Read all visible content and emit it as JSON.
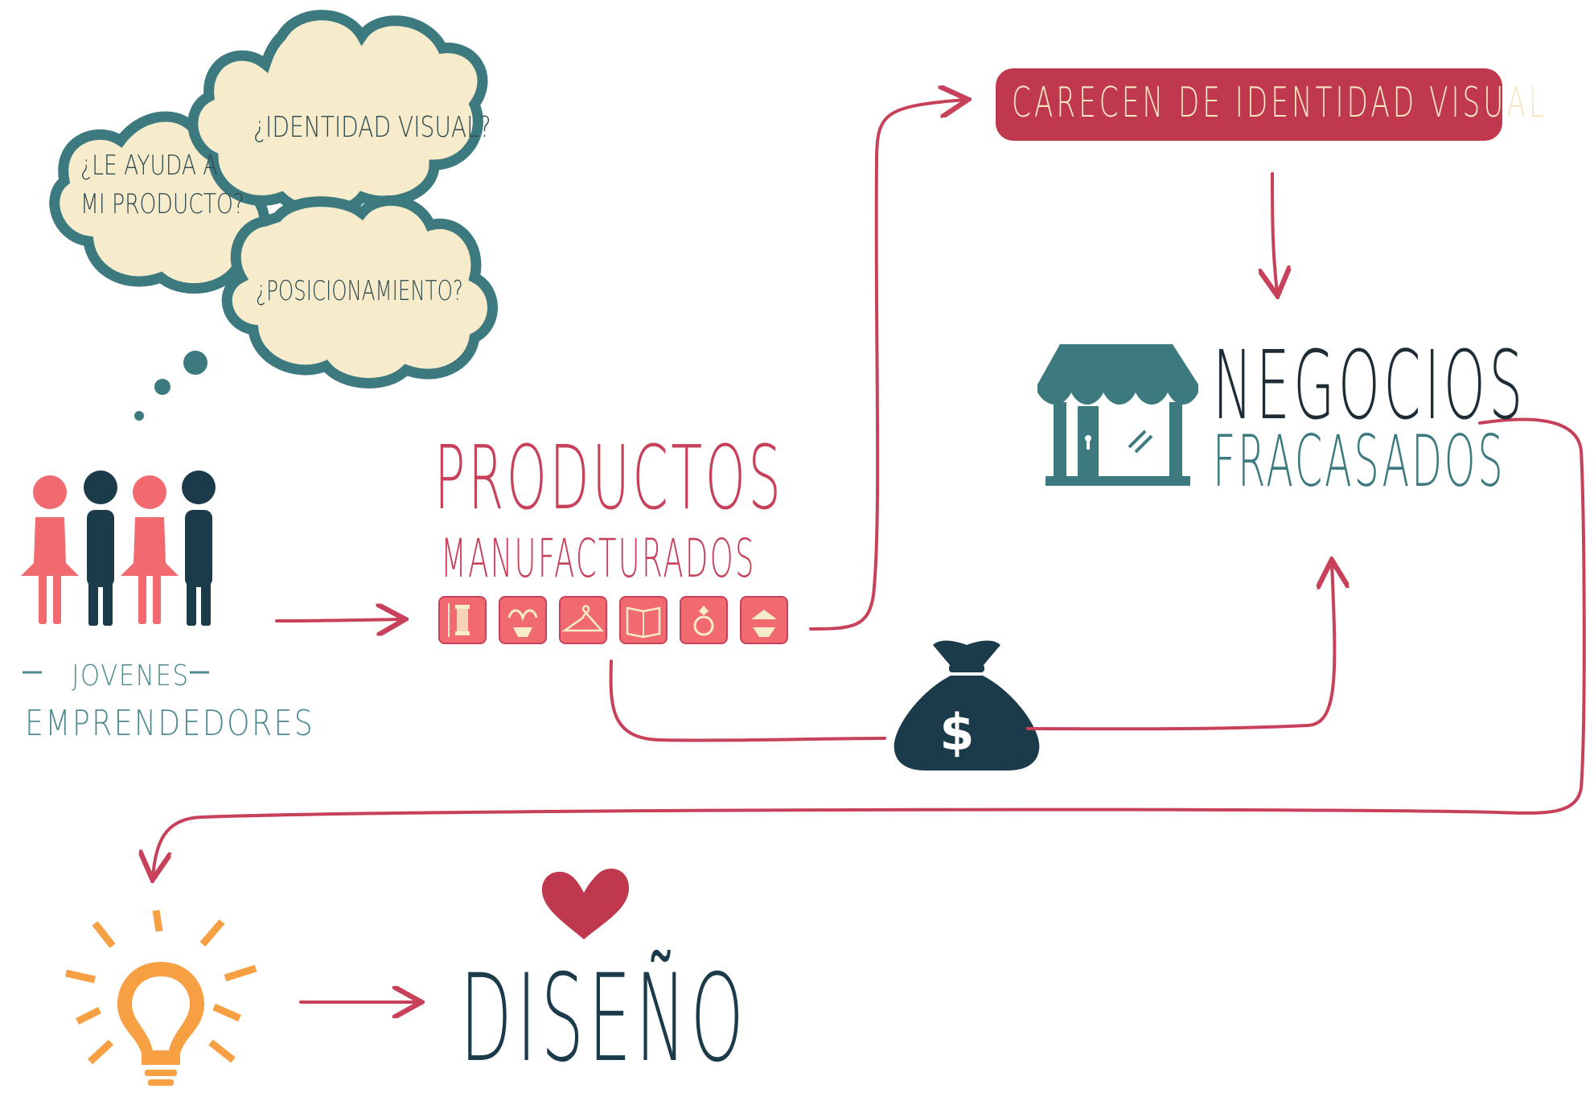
{
  "thought_clouds": {
    "q1_line1": "¿LE AYUDA A",
    "q1_line2": "MI PRODUCTO?",
    "q2": "¿IDENTIDAD VISUAL?",
    "q3": "¿POSICIONAMIENTO?"
  },
  "people": {
    "label_line1": "JOVENES",
    "label_line2": "EMPRENDEDORES"
  },
  "products": {
    "title": "PRODUCTOS",
    "subtitle": "MANUFACTURADOS",
    "icons": [
      "thread-spool-icon",
      "bra-icon",
      "hanger-icon",
      "book-icon",
      "ring-icon",
      "bikini-icon"
    ]
  },
  "identity_box": {
    "text": "CARECEN DE IDENTIDAD VISUAL"
  },
  "failed_business": {
    "title": "NEGOCIOS",
    "subtitle": "FRACASADOS"
  },
  "money": {
    "symbol": "$"
  },
  "design": {
    "title": "DISEÑO"
  },
  "colors": {
    "red": "#c8415a",
    "teal": "#3d7a80",
    "cream": "#f6eccb",
    "navy": "#1c3b4a",
    "pink": "#f06a6f",
    "orange": "#f7a043"
  }
}
